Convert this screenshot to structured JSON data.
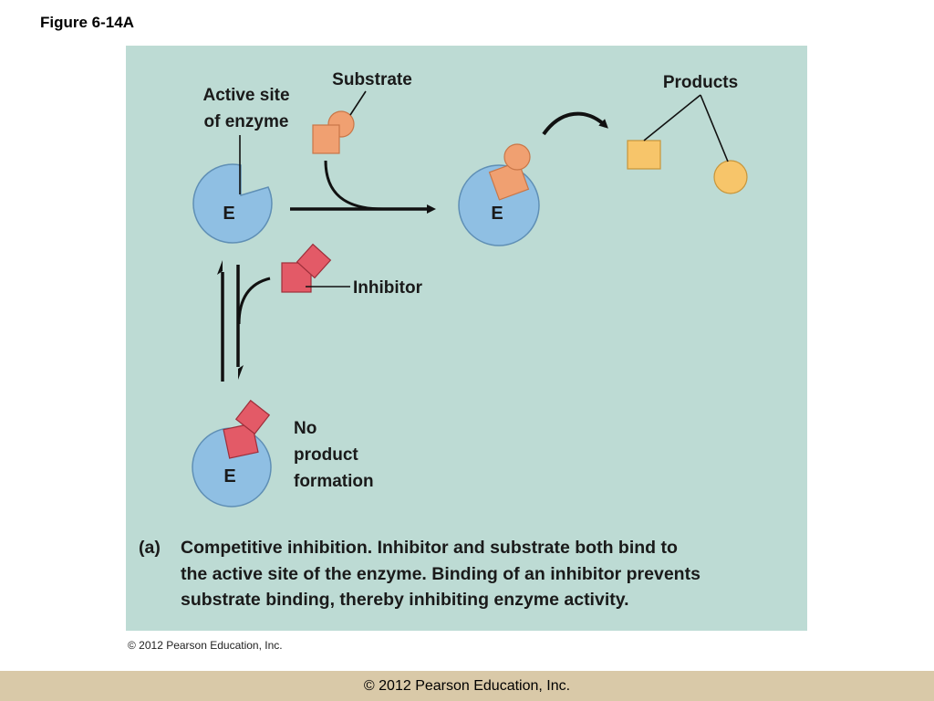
{
  "figure_title": "Figure 6-14A",
  "labels": {
    "active_site": [
      "Active site",
      "of enzyme"
    ],
    "substrate": "Substrate",
    "products": "Products",
    "inhibitor": "Inhibitor",
    "no_product": [
      "No",
      "product",
      "formation"
    ],
    "enzyme": "E"
  },
  "caption": {
    "tag": "(a)",
    "title": "Competitive inhibition.",
    "line1_rest": " Inhibitor and substrate both bind to",
    "line2": "the active site of the enzyme. Binding of an inhibitor prevents",
    "line3": "substrate binding, thereby inhibiting enzyme activity."
  },
  "credit": "© 2012 Pearson Education, Inc.",
  "footer": "© 2012 Pearson Education, Inc.",
  "colors": {
    "panel": "#bddbd4",
    "enzyme": "#8fbfe3",
    "substrate": "#f0a071",
    "inhibitor": "#e35a67",
    "product": "#f7c56a",
    "footer": "#d9c9a8"
  }
}
